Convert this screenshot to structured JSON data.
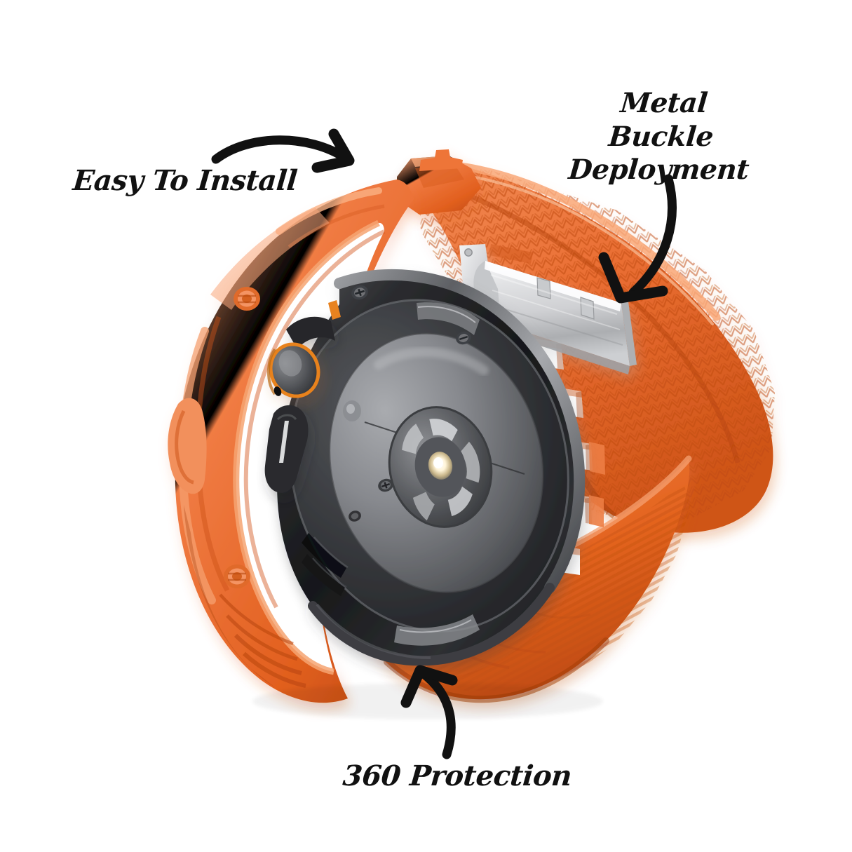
{
  "image": {
    "kind": "product-marketing-photo",
    "background_color": "#ffffff",
    "subject": "rugged orange silicone smartwatch band with protective bumper case, shown from the rear three-quarter angle"
  },
  "callouts": [
    {
      "id": "easy-install",
      "label": "Easy To Install",
      "position": "upper-left",
      "arrow": "curved-arrow-right-down-icon",
      "points_at": "band-lug-and-case-connection"
    },
    {
      "id": "metal-buckle",
      "label": "Metal Buckle Deployment",
      "line_1": "Metal Buckle",
      "line_2": "Deployment",
      "position": "upper-right",
      "arrow": "curved-arrow-down-left-icon",
      "points_at": "metal-deployment-buckle"
    },
    {
      "id": "protection-360",
      "label": "360 Protection",
      "position": "bottom-center",
      "arrow": "curved-arrow-up-left-icon",
      "points_at": "band-lower-section"
    }
  ],
  "colors": {
    "band_orange": "#E8682F",
    "band_orange_light": "#F08A52",
    "band_orange_dark": "#C14E1C",
    "band_orange_shadow": "#A8410F",
    "case_black": "#1B1B1D",
    "case_gray": "#4A4B4E",
    "case_silver": "#B9BABD",
    "sensor_gray": "#6E7073",
    "buckle_silver": "#D8D9DB",
    "buckle_silver_dark": "#9C9EA1",
    "text_black": "#111111",
    "crown_accent_orange": "#E8821F"
  },
  "product_parts": [
    {
      "name": "protective-bumper-case",
      "material": "silicone",
      "color": "#E8682F"
    },
    {
      "name": "watch-body-rear",
      "material": "titanium",
      "color": "#1B1B1D"
    },
    {
      "name": "heart-rate-sensor-cluster",
      "color": "#6E7073"
    },
    {
      "name": "digital-crown",
      "accent": "#E8821F"
    },
    {
      "name": "side-button",
      "color": "#2A2B2E"
    },
    {
      "name": "speaker-grille",
      "color": "#111214"
    },
    {
      "name": "metal-deployment-buckle",
      "material": "stainless steel",
      "color": "#D8D9DB"
    },
    {
      "name": "band-strap-upper",
      "texture": "herringbone-chevron",
      "color": "#E8682F"
    },
    {
      "name": "band-strap-lower",
      "texture": "herringbone-chevron",
      "color": "#E8682F"
    },
    {
      "name": "adjustment-holes",
      "count": 12,
      "shape": "square"
    },
    {
      "name": "decorative-screw-heads",
      "count": 2,
      "color": "#E8682F"
    }
  ]
}
